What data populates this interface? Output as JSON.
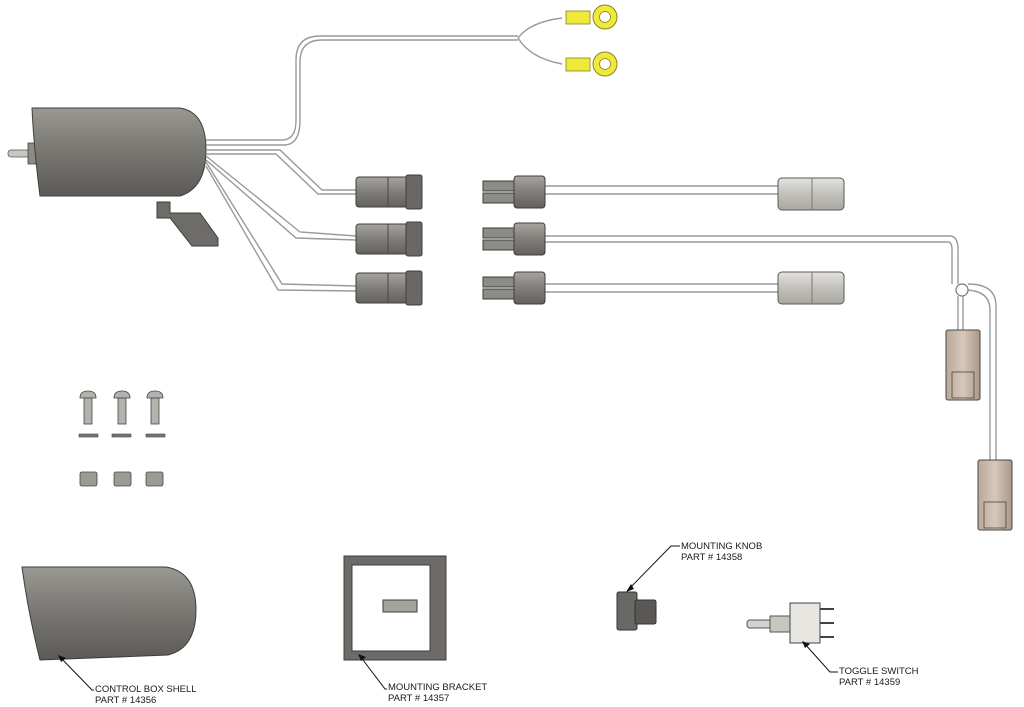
{
  "callouts": {
    "control_box_shell": {
      "name": "CONTROL BOX SHELL",
      "part": "PART # 14356"
    },
    "mounting_bracket": {
      "name": "MOUNTING BRACKET",
      "part": "PART # 14357"
    },
    "mounting_knob": {
      "name": "MOUNTING KNOB",
      "part": "PART # 14358"
    },
    "toggle_switch": {
      "name": "TOGGLE SWITCH",
      "part": "PART # 14359"
    }
  },
  "colors": {
    "housing": "#7e7c78",
    "housing_dark": "#55534f",
    "connector": "#8a8883",
    "connector_light": "#c9c7c2",
    "ring_terminal": "#f0e93a",
    "wire": "#9a9a9a",
    "leader": "#111111"
  }
}
